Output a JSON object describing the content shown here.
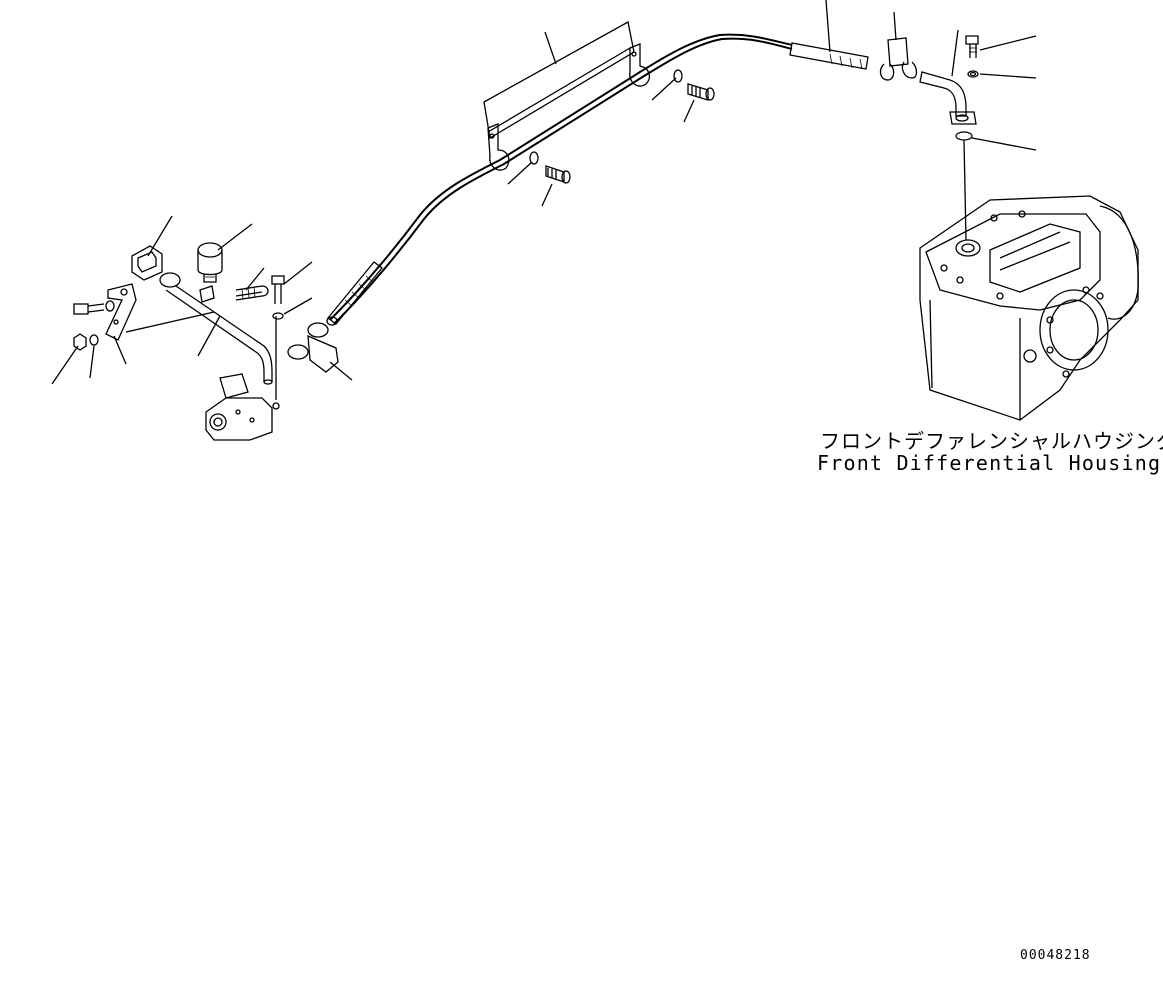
{
  "component_label_jp": "フロントデファレンシャルハウジング",
  "component_label_en": "Front Differential Housing",
  "figure_id": "00048218"
}
